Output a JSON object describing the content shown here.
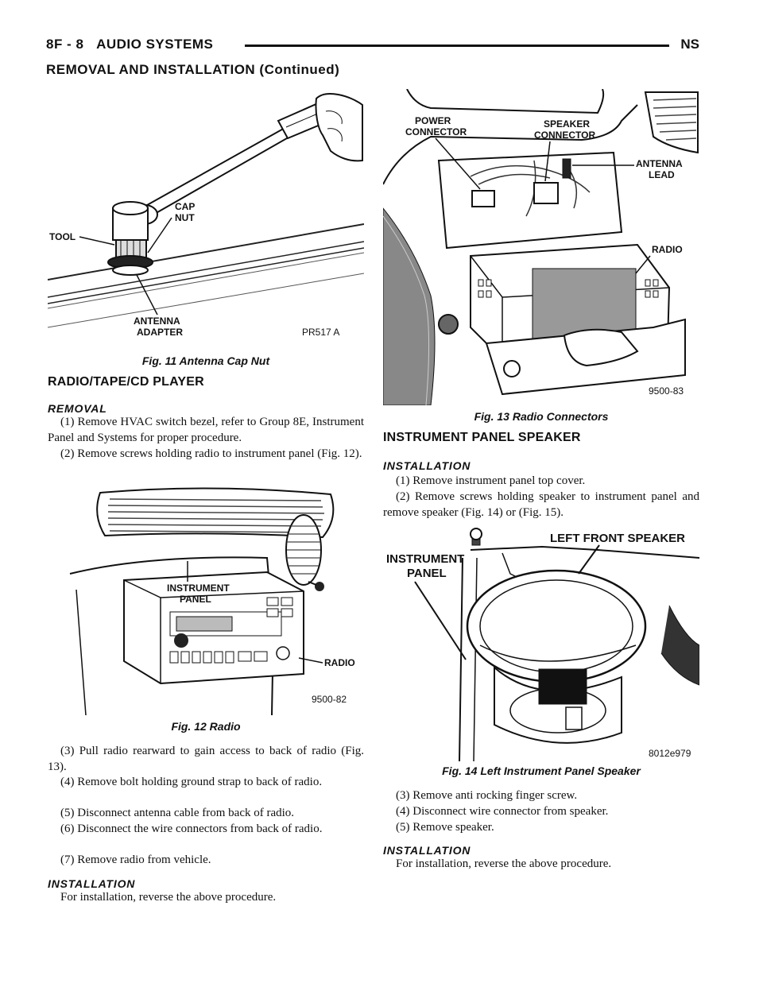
{
  "header": {
    "page_id": "8F - 8",
    "section": "AUDIO SYSTEMS",
    "model": "NS",
    "subhead": "REMOVAL AND INSTALLATION (Continued)"
  },
  "fig11": {
    "caption": "Fig. 11 Antenna Cap Nut",
    "labels": {
      "cap": "CAP",
      "nut": "NUT",
      "tool": "TOOL",
      "antenna": "ANTENNA",
      "adapter": "ADAPTER",
      "code": "PR517 A"
    }
  },
  "radio_section": {
    "title": "RADIO/TAPE/CD PLAYER",
    "removal_title": "REMOVAL",
    "steps_a": [
      "(1) Remove HVAC switch bezel, refer to Group 8E, Instrument Panel and Systems for proper procedure.",
      "(2) Remove screws holding radio to instrument panel (Fig. 12)."
    ],
    "steps_b": [
      "(3) Pull radio rearward to gain access to back of radio (Fig. 13).",
      "(4) Remove bolt holding ground strap to back of radio.",
      "(5) Disconnect antenna cable from back of radio.",
      "(6) Disconnect the wire connectors from back of radio.",
      "(7) Remove radio from vehicle."
    ],
    "installation_title": "INSTALLATION",
    "installation_text": "For installation, reverse the above procedure."
  },
  "fig12": {
    "caption": "Fig. 12 Radio",
    "labels": {
      "instrument": "INSTRUMENT",
      "panel": "PANEL",
      "radio": "RADIO",
      "code": "9500-82"
    }
  },
  "fig13": {
    "caption": "Fig. 13 Radio Connectors",
    "labels": {
      "power": "POWER",
      "power_connector": "CONNECTOR",
      "speaker": "SPEAKER",
      "speaker_connector": "CONNECTOR",
      "antenna": "ANTENNA",
      "lead": "LEAD",
      "radio": "RADIO",
      "code": "9500-83"
    }
  },
  "speaker_section": {
    "title": "INSTRUMENT PANEL SPEAKER",
    "installation_title_1": "INSTALLATION",
    "steps_a": [
      "(1) Remove instrument panel top cover.",
      "(2) Remove screws holding speaker to instrument panel and remove speaker (Fig. 14) or (Fig. 15)."
    ],
    "steps_b": [
      "(3) Remove anti rocking finger screw.",
      "(4) Disconnect wire connector from speaker.",
      "(5) Remove speaker."
    ],
    "installation_title_2": "INSTALLATION",
    "installation_text": "For installation, reverse the above procedure."
  },
  "fig14": {
    "caption": "Fig. 14 Left Instrument Panel Speaker",
    "labels": {
      "left_front_speaker": "LEFT FRONT SPEAKER",
      "instrument": "INSTRUMENT",
      "panel": "PANEL",
      "code": "8012e979"
    }
  }
}
